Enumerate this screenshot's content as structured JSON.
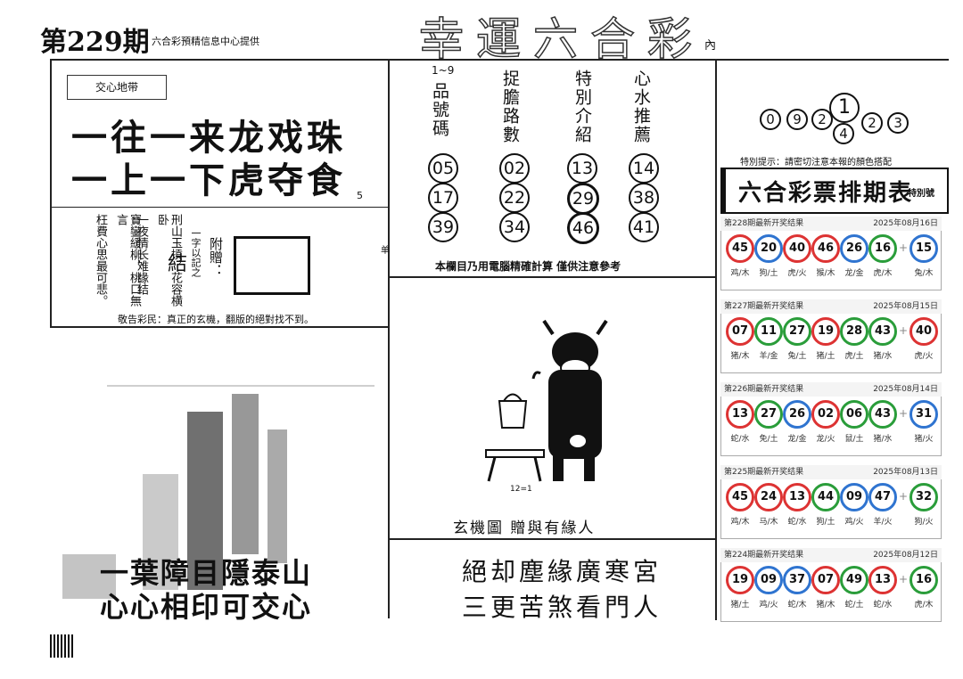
{
  "header": {
    "issue": "第229期",
    "provider": "六合彩預精信息中心提供",
    "brand": "幸運六合彩",
    "brand_suffix": "內"
  },
  "left_top": {
    "tag": "交心地带",
    "line1": "一往一来龙戏珠",
    "line2": "一上一下虎夺食",
    "mark": "5"
  },
  "left_mid": {
    "poem": [
      "刑山玉摃，花容横卧",
      "一夜情长难缘结",
      "寶鑾緩柳，桃口無言",
      "枉費心思最可悲。"
    ],
    "jie": "結",
    "side": "一字以記之",
    "attach": "附贈：",
    "warning": "敬告彩民：真正的玄機，翻版的絕對找不到。"
  },
  "left_bottom": {
    "line1": "一葉障目隱泰山",
    "line2": "心心相印可交心"
  },
  "center": {
    "columns": [
      {
        "head": "品號碼",
        "top": "1~9",
        "balls": [
          "05",
          "17",
          "39"
        ],
        "dark": [
          false,
          false,
          false
        ]
      },
      {
        "head": "捉膽路數",
        "balls": [
          "02",
          "22",
          "34"
        ],
        "dark": [
          false,
          false,
          false
        ]
      },
      {
        "head": "特別介紹",
        "balls": [
          "13",
          "29",
          "46"
        ],
        "dark": [
          false,
          true,
          true
        ]
      },
      {
        "head": "心水推薦",
        "balls": [
          "14",
          "38",
          "41"
        ],
        "dark": [
          false,
          false,
          false
        ]
      }
    ],
    "note": "本欄目乃用電腦精確計算 僅供注意參考",
    "margin_mark": "单",
    "cow_label": "12=1",
    "caption": "玄機圖 贈與有緣人",
    "poem1": "絕却塵緣廣寒宮",
    "poem2": "三更苦煞看門人"
  },
  "right_top": {
    "nums": [
      "0",
      "9",
      "2",
      "1",
      "4",
      "2",
      "3"
    ],
    "hint": "特別提示：請密切注意本報的顏色搭配",
    "title": "六合彩票排期表",
    "title_small": "特別號"
  },
  "results": [
    {
      "label": "第228期最新开奖结果",
      "date": "2025年08月16日",
      "balls": [
        "45",
        "20",
        "40",
        "46",
        "26",
        "16",
        "15"
      ],
      "colors": [
        "r",
        "b",
        "r",
        "r",
        "b",
        "g",
        "b"
      ],
      "zodiac": [
        "鸡/木",
        "狗/土",
        "虎/火",
        "猴/木",
        "龙/金",
        "虎/木",
        "兔/木"
      ]
    },
    {
      "label": "第227期最新开奖结果",
      "date": "2025年08月15日",
      "balls": [
        "07",
        "11",
        "27",
        "19",
        "28",
        "43",
        "40"
      ],
      "colors": [
        "r",
        "g",
        "g",
        "r",
        "g",
        "g",
        "r"
      ],
      "zodiac": [
        "猪/木",
        "羊/金",
        "兔/土",
        "猪/土",
        "虎/土",
        "猪/水",
        "虎/火"
      ]
    },
    {
      "label": "第226期最新开奖结果",
      "date": "2025年08月14日",
      "balls": [
        "13",
        "27",
        "26",
        "02",
        "06",
        "43",
        "31"
      ],
      "colors": [
        "r",
        "g",
        "b",
        "r",
        "g",
        "g",
        "b"
      ],
      "zodiac": [
        "蛇/水",
        "免/土",
        "龙/金",
        "龙/火",
        "鼠/土",
        "猪/水",
        "猪/火"
      ]
    },
    {
      "label": "第225期最新开奖结果",
      "date": "2025年08月13日",
      "balls": [
        "45",
        "24",
        "13",
        "44",
        "09",
        "47",
        "32"
      ],
      "colors": [
        "r",
        "r",
        "r",
        "g",
        "b",
        "b",
        "g"
      ],
      "zodiac": [
        "鸡/木",
        "马/木",
        "蛇/水",
        "狗/土",
        "鸡/火",
        "羊/火",
        "狗/火"
      ]
    },
    {
      "label": "第224期最新开奖结果",
      "date": "2025年08月12日",
      "balls": [
        "19",
        "09",
        "37",
        "07",
        "49",
        "13",
        "16"
      ],
      "colors": [
        "r",
        "b",
        "b",
        "r",
        "g",
        "r",
        "g"
      ],
      "zodiac": [
        "猪/土",
        "鸡/火",
        "蛇/木",
        "猪/木",
        "蛇/土",
        "蛇/水",
        "虎/木"
      ]
    }
  ]
}
